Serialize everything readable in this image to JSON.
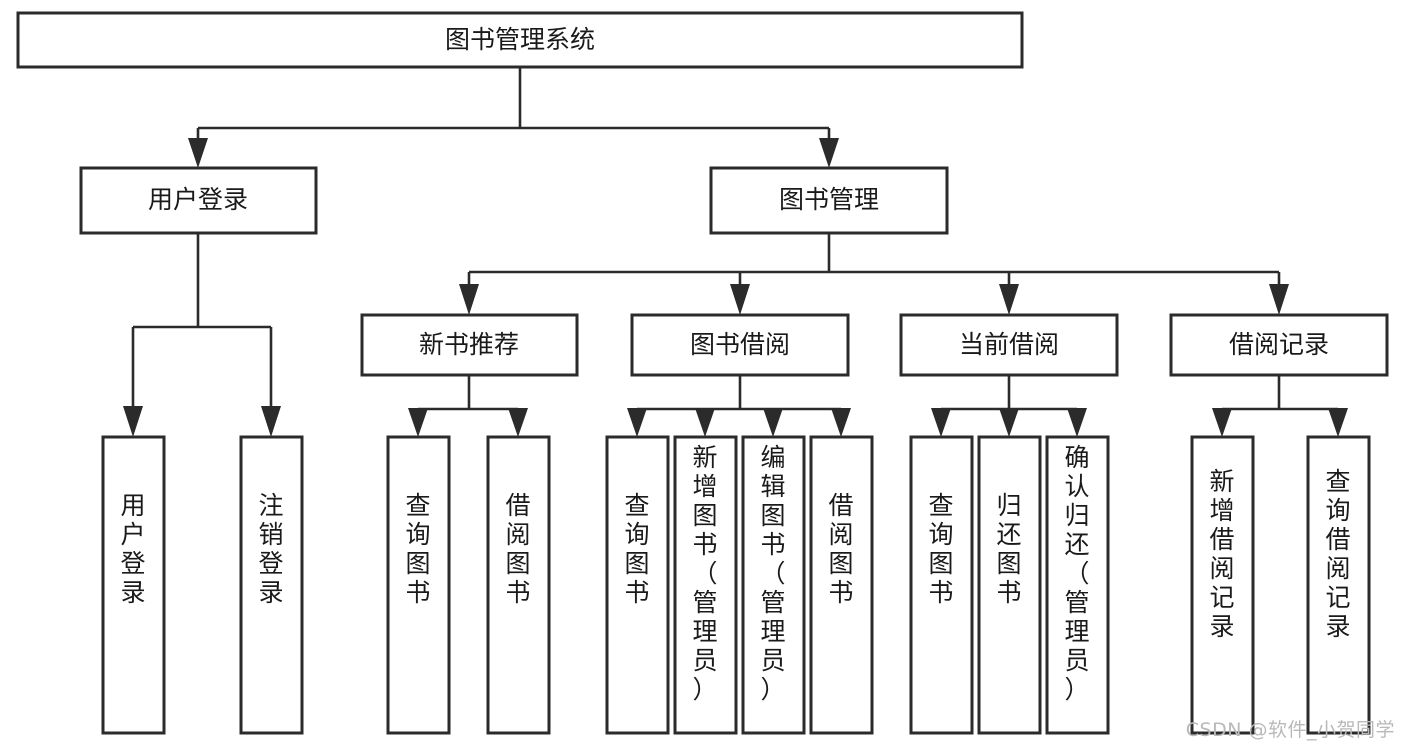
{
  "diagram": {
    "type": "tree-hierarchy-flowchart",
    "root": {
      "id": "root",
      "label": "图书管理系统"
    },
    "level2": [
      {
        "id": "user-login",
        "label": "用户登录"
      },
      {
        "id": "book-manage",
        "label": "图书管理"
      }
    ],
    "level3": [
      {
        "id": "new-book-recommend",
        "label": "新书推荐"
      },
      {
        "id": "book-borrow",
        "label": "图书借阅"
      },
      {
        "id": "current-borrow",
        "label": "当前借阅"
      },
      {
        "id": "borrow-record",
        "label": "借阅记录"
      }
    ],
    "leaves": {
      "user-login": [
        {
          "id": "leaf-user-login",
          "label": "用户登录"
        },
        {
          "id": "leaf-logout-login",
          "label": "注销登录"
        }
      ],
      "new-book-recommend": [
        {
          "id": "leaf-query-book-1",
          "label": "查询图书"
        },
        {
          "id": "leaf-borrow-book-1",
          "label": "借阅图书"
        }
      ],
      "book-borrow": [
        {
          "id": "leaf-query-book-2",
          "label": "查询图书"
        },
        {
          "id": "leaf-add-book",
          "label": "新增图书（管理员）"
        },
        {
          "id": "leaf-edit-book",
          "label": "编辑图书（管理员）"
        },
        {
          "id": "leaf-borrow-book-2",
          "label": "借阅图书"
        }
      ],
      "current-borrow": [
        {
          "id": "leaf-query-book-3",
          "label": "查询图书"
        },
        {
          "id": "leaf-return-book",
          "label": "归还图书"
        },
        {
          "id": "leaf-confirm-return",
          "label": "确认归还（管理员）"
        }
      ],
      "borrow-record": [
        {
          "id": "leaf-add-record",
          "label": "新增借阅记录"
        },
        {
          "id": "leaf-query-record",
          "label": "查询借阅记录"
        }
      ]
    }
  },
  "watermark": {
    "text": "CSDN @软件_小贺同学"
  },
  "colors": {
    "box_stroke": "#2b2b2b",
    "box_fill": "#ffffff",
    "text": "#1a1a1a",
    "connector": "#2b2b2b",
    "watermark": "#b9b9b9",
    "background": "#ffffff"
  }
}
